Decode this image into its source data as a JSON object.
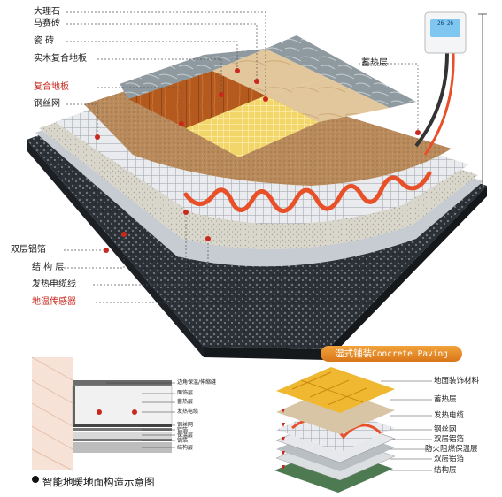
{
  "main_diagram": {
    "labels_left": [
      {
        "text": "大理石",
        "red": false
      },
      {
        "text": "马赛砖",
        "red": false
      },
      {
        "text": "瓷 砖",
        "red": false
      },
      {
        "text": "实木复合地板",
        "red": false
      },
      {
        "text": "复合地板",
        "red": true
      },
      {
        "text": "钢丝网",
        "red": false
      }
    ],
    "label_right": "蓄热层",
    "labels_bottom": [
      {
        "text": "双层铝箔",
        "red": false
      },
      {
        "text": "结 构 层",
        "red": false
      },
      {
        "text": "发热电缆线",
        "red": false
      },
      {
        "text": "地温传感器",
        "red": true
      }
    ],
    "thermostat": {
      "display_left": "26",
      "display_right": "26",
      "icon": "thermostat-icon"
    }
  },
  "section_diagram": {
    "labels": [
      "边角保温/伸缩缝",
      "面饰层",
      "蓄热层",
      "发热电缆",
      "钢丝网",
      "铝箔",
      "保温层",
      "铝箔",
      "结构层"
    ],
    "caption": "智能地暖地面构造示意图"
  },
  "wet_paving": {
    "title_cn": "湿式铺装",
    "title_en": "Concrete Paving",
    "labels": [
      "地面装饰材料",
      "蓄热层",
      "发热电缆",
      "钢丝网",
      "双层铝箔",
      "防火阻燃保温层",
      "双层铝箔",
      "结构层"
    ]
  },
  "colors": {
    "accent_red": "#c8281e",
    "cable": "#e8502a",
    "banner": "#e88a2a"
  }
}
